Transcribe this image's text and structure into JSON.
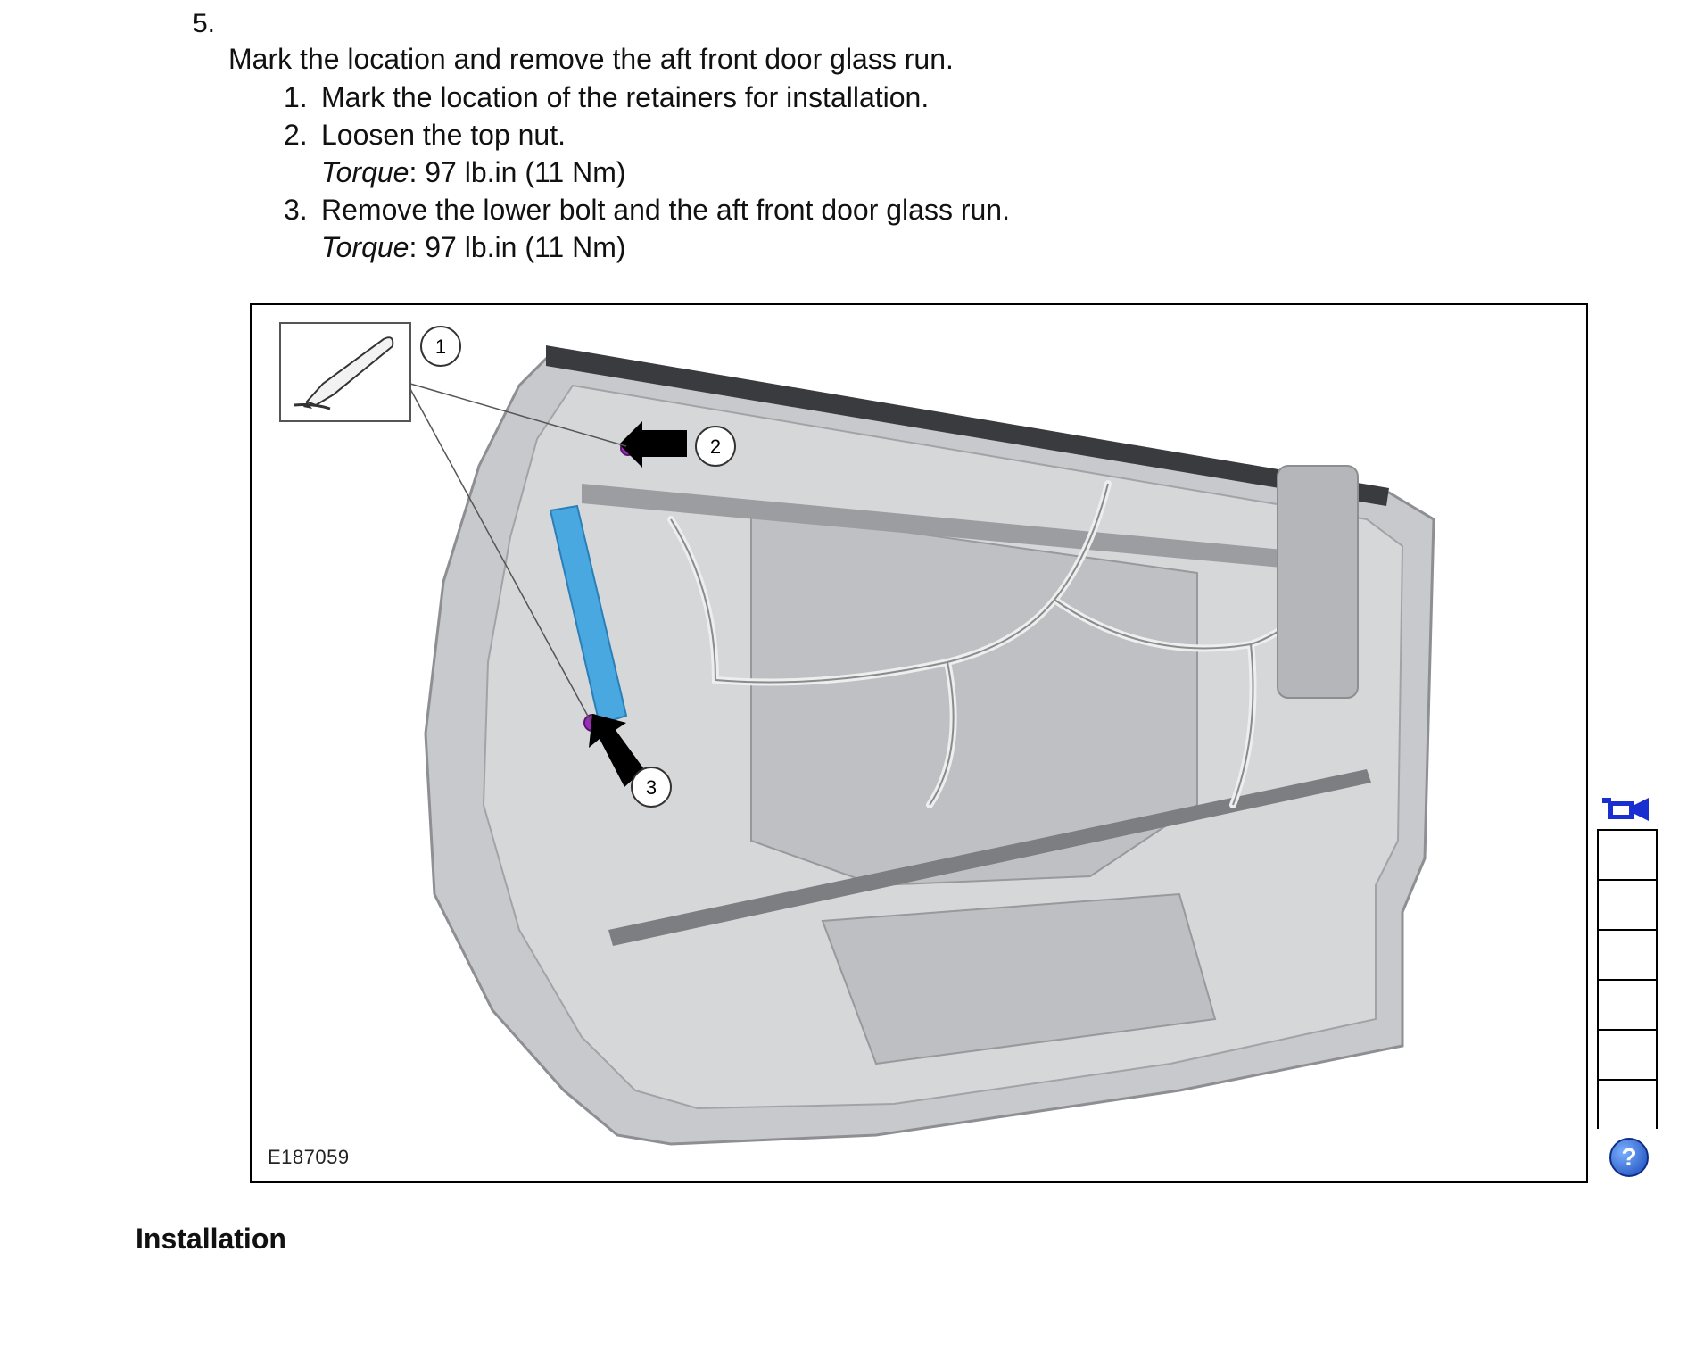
{
  "step": {
    "number": "5.",
    "intro": "Mark the location and remove the aft front door glass run.",
    "substeps": [
      {
        "n": "1.",
        "text": "Mark the location of the retainers for installation."
      },
      {
        "n": "2.",
        "text": "Loosen the top nut.",
        "torque_label": "Torque",
        "torque_value": ": 97 lb.in (11 Nm)"
      },
      {
        "n": "3.",
        "text": "Remove the lower bolt and the aft front door glass run.",
        "torque_label": "Torque",
        "torque_value": ": 97 lb.in (11 Nm)"
      }
    ]
  },
  "figure": {
    "id": "E187059",
    "callouts": [
      "1",
      "2",
      "3"
    ],
    "icons": [
      "marker-pen-icon",
      "arrow-icon"
    ],
    "colors": {
      "glass_run": "#4aa8e0",
      "fastener": "#9a2db8",
      "door": "#c8c9cc"
    }
  },
  "sidebar": {
    "icons": [
      "camera-icon",
      "help-icon"
    ],
    "help_label": "?"
  },
  "section": {
    "heading": "Installation"
  }
}
